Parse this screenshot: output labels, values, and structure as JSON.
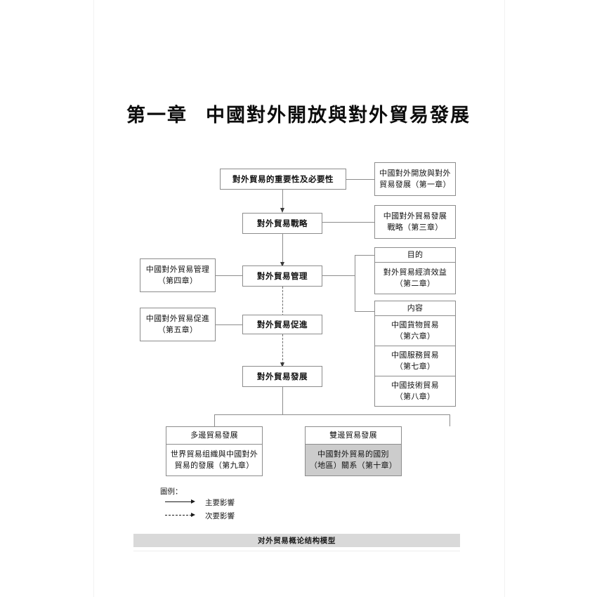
{
  "document": {
    "chapter_number": "第一章",
    "chapter_title": "中國對外開放與對外貿易發展",
    "caption": "对外贸易概论结构模型"
  },
  "flow": {
    "center_nodes": [
      {
        "id": "importance",
        "label": "對外貿易的重要性及必要性"
      },
      {
        "id": "strategy",
        "label": "對外貿易戰略"
      },
      {
        "id": "management",
        "label": "對外貿易管理"
      },
      {
        "id": "promotion",
        "label": "對外貿易促進"
      },
      {
        "id": "development",
        "label": "對外貿易發展"
      }
    ],
    "left_nodes": [
      {
        "id": "left-management",
        "line1": "中國對外貿易管理",
        "line2": "（第四章）"
      },
      {
        "id": "left-promotion",
        "line1": "中國對外貿易促進",
        "line2": "（第五章）"
      }
    ],
    "right_nodes": [
      {
        "id": "right-opening",
        "line1": "中國對外開放與對外",
        "line2": "貿易發展（第一章）"
      },
      {
        "id": "right-strategy",
        "line1": "中國對外貿易發展",
        "line2": "戰略（第三章）"
      }
    ],
    "purpose_group": {
      "header": "目的",
      "items": [
        {
          "line1": "對外貿易經濟效益",
          "line2": "（第二章）"
        }
      ]
    },
    "content_group": {
      "header": "内容",
      "items": [
        {
          "line1": "中國貨物貿易",
          "line2": "（第六章）"
        },
        {
          "line1": "中國服務貿易",
          "line2": "（第七章）"
        },
        {
          "line1": "中國技術貿易",
          "line2": "（第八章）"
        }
      ]
    },
    "bottom_groups": [
      {
        "id": "multilateral",
        "header": "多邊貿易發展",
        "body_line1": "世界貿易组織與中國對外",
        "body_line2": "貿易的發展（第九章）",
        "shaded": false
      },
      {
        "id": "bilateral",
        "header": "雙邊貿易發展",
        "body_line1": "中國對外貿易的國別",
        "body_line2": "（地區）關系（第十章）",
        "shaded": true
      }
    ]
  },
  "legend": {
    "title": "圖例：",
    "entries": [
      {
        "style": "solid",
        "label": "主要影響"
      },
      {
        "style": "dashed",
        "label": "次要影響"
      }
    ]
  },
  "colors": {
    "box_border": "#8c8c8c",
    "shaded_fill": "#cccccc",
    "caption_fill": "#d9d9d9",
    "arrow": "#3a3a3a",
    "text": "#111111"
  }
}
